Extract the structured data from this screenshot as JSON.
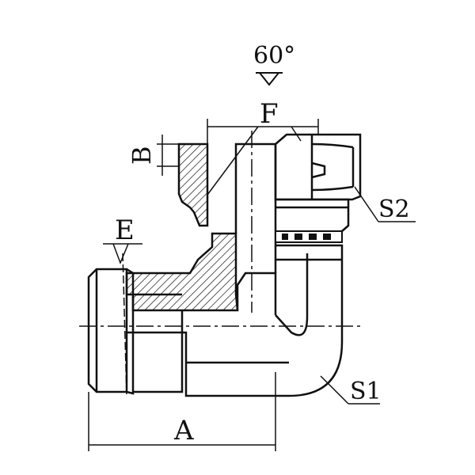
{
  "labels": {
    "angle": "60°",
    "f": "F",
    "b": "B",
    "e": "E",
    "a": "A",
    "s1": "S1",
    "s2": "S2"
  },
  "colors": {
    "ink": "#111111",
    "background": "#ffffff"
  }
}
